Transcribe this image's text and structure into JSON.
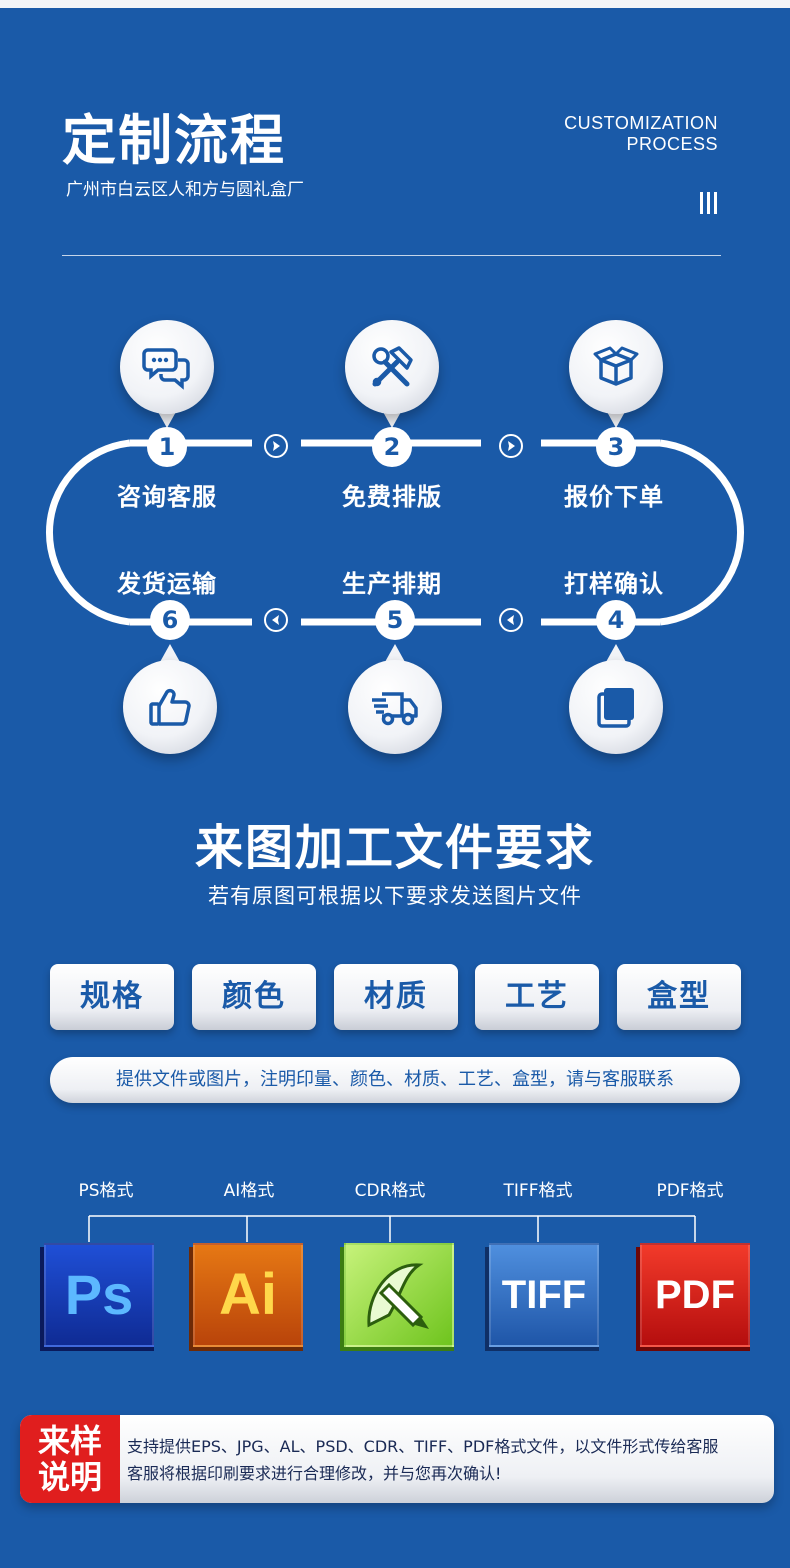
{
  "header": {
    "title": "定制流程",
    "subtitle": "广州市白云区人和方与圆礼盒厂",
    "en_title_line1": "CUSTOMIZATION",
    "en_title_line2": "PROCESS"
  },
  "steps": [
    {
      "num": "1",
      "label": "咨询客服",
      "icon": "chat-bubbles-icon"
    },
    {
      "num": "2",
      "label": "免费排版",
      "icon": "tools-icon"
    },
    {
      "num": "3",
      "label": "报价下单",
      "icon": "box-icon"
    },
    {
      "num": "4",
      "label": "打样确认",
      "icon": "copy-icon"
    },
    {
      "num": "5",
      "label": "生产排期",
      "icon": "truck-icon"
    },
    {
      "num": "6",
      "label": "发货运输",
      "icon": "thumbs-up-icon"
    }
  ],
  "requirements": {
    "title": "来图加工文件要求",
    "subtitle": "若有原图可根据以下要求发送图片文件",
    "buttons": [
      "规格",
      "颜色",
      "材质",
      "工艺",
      "盒型"
    ],
    "note": "提供文件或图片，注明印量、颜色、材质、工艺、盒型，请与客服联系"
  },
  "formats": [
    {
      "label": "PS格式",
      "icon_text": "Ps"
    },
    {
      "label": "AI格式",
      "icon_text": "Ai"
    },
    {
      "label": "CDR格式",
      "icon_text": ""
    },
    {
      "label": "TIFF格式",
      "icon_text": "TIFF"
    },
    {
      "label": "PDF格式",
      "icon_text": "PDF"
    }
  ],
  "sample": {
    "tag_line1": "来样",
    "tag_line2": "说明",
    "line1": "支持提供EPS、JPG、AL、PSD、CDR、TIFF、PDF格式文件，以文件形式传给客服",
    "line2": "客服将根据印刷要求进行合理修改，并与您再次确认!"
  },
  "colors": {
    "background": "#1a5aa8",
    "accent_red": "#e01e1e",
    "white": "#ffffff"
  }
}
